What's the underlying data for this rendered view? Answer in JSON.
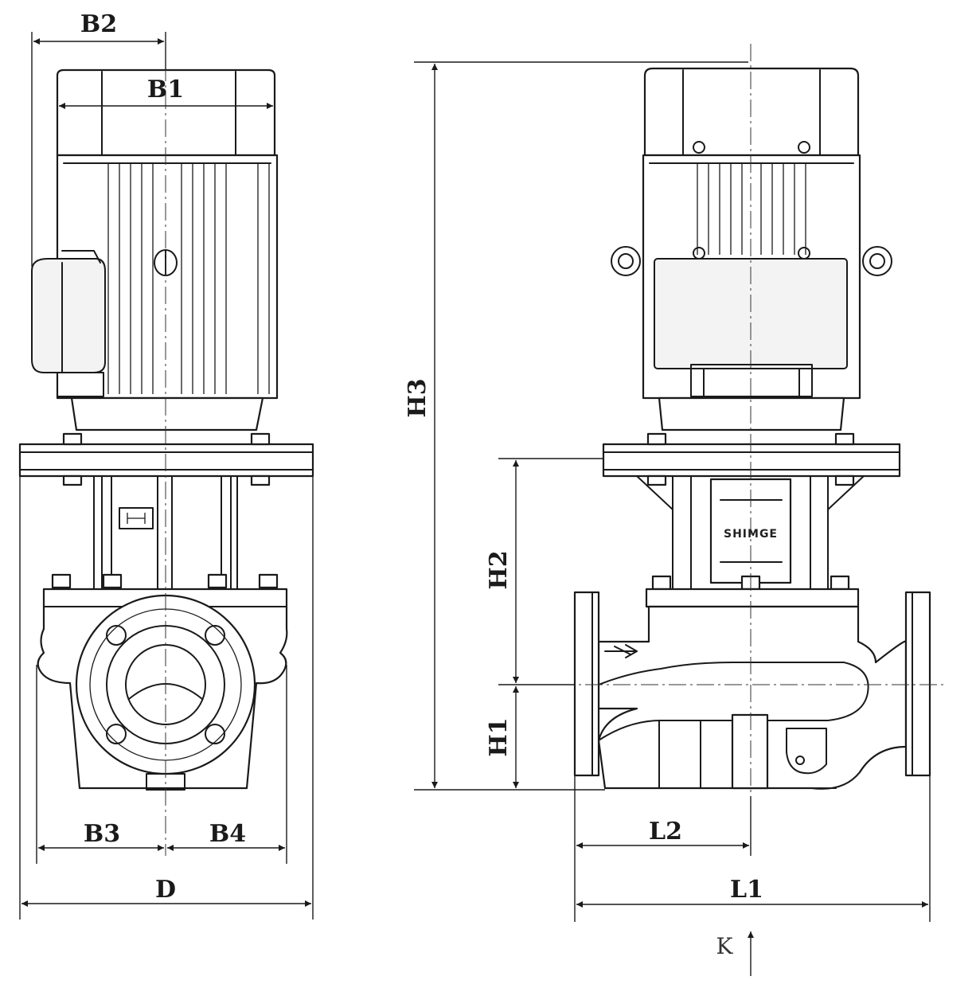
{
  "labels": {
    "b1": "B1",
    "b2": "B2",
    "b3": "B3",
    "b4": "B4",
    "d": "D",
    "h1": "H1",
    "h2": "H2",
    "h3": "H3",
    "l1": "L1",
    "l2": "L2",
    "k": "K"
  },
  "brand": {
    "plate_text": "SHIMGE"
  }
}
